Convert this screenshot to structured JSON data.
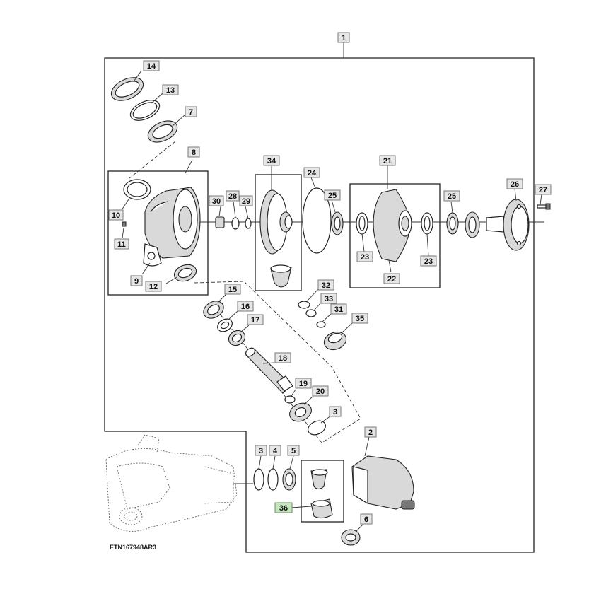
{
  "figure_id": "ETN167948AR3",
  "callouts": {
    "c1": "1",
    "c2": "2",
    "c3a": "3",
    "c3b": "3",
    "c4": "4",
    "c5": "5",
    "c6": "6",
    "c7": "7",
    "c8": "8",
    "c9": "9",
    "c10": "10",
    "c11": "11",
    "c12": "12",
    "c13": "13",
    "c14": "14",
    "c15": "15",
    "c16": "16",
    "c17": "17",
    "c18": "18",
    "c19": "19",
    "c20": "20",
    "c21": "21",
    "c22": "22",
    "c23a": "23",
    "c23b": "23",
    "c24": "24",
    "c25a": "25",
    "c25b": "25",
    "c26": "26",
    "c27": "27",
    "c28": "28",
    "c29": "29",
    "c30": "30",
    "c31": "31",
    "c32": "32",
    "c33": "33",
    "c34": "34",
    "c35": "35",
    "c36": "36"
  },
  "highlight_color": "#c8e7c0"
}
